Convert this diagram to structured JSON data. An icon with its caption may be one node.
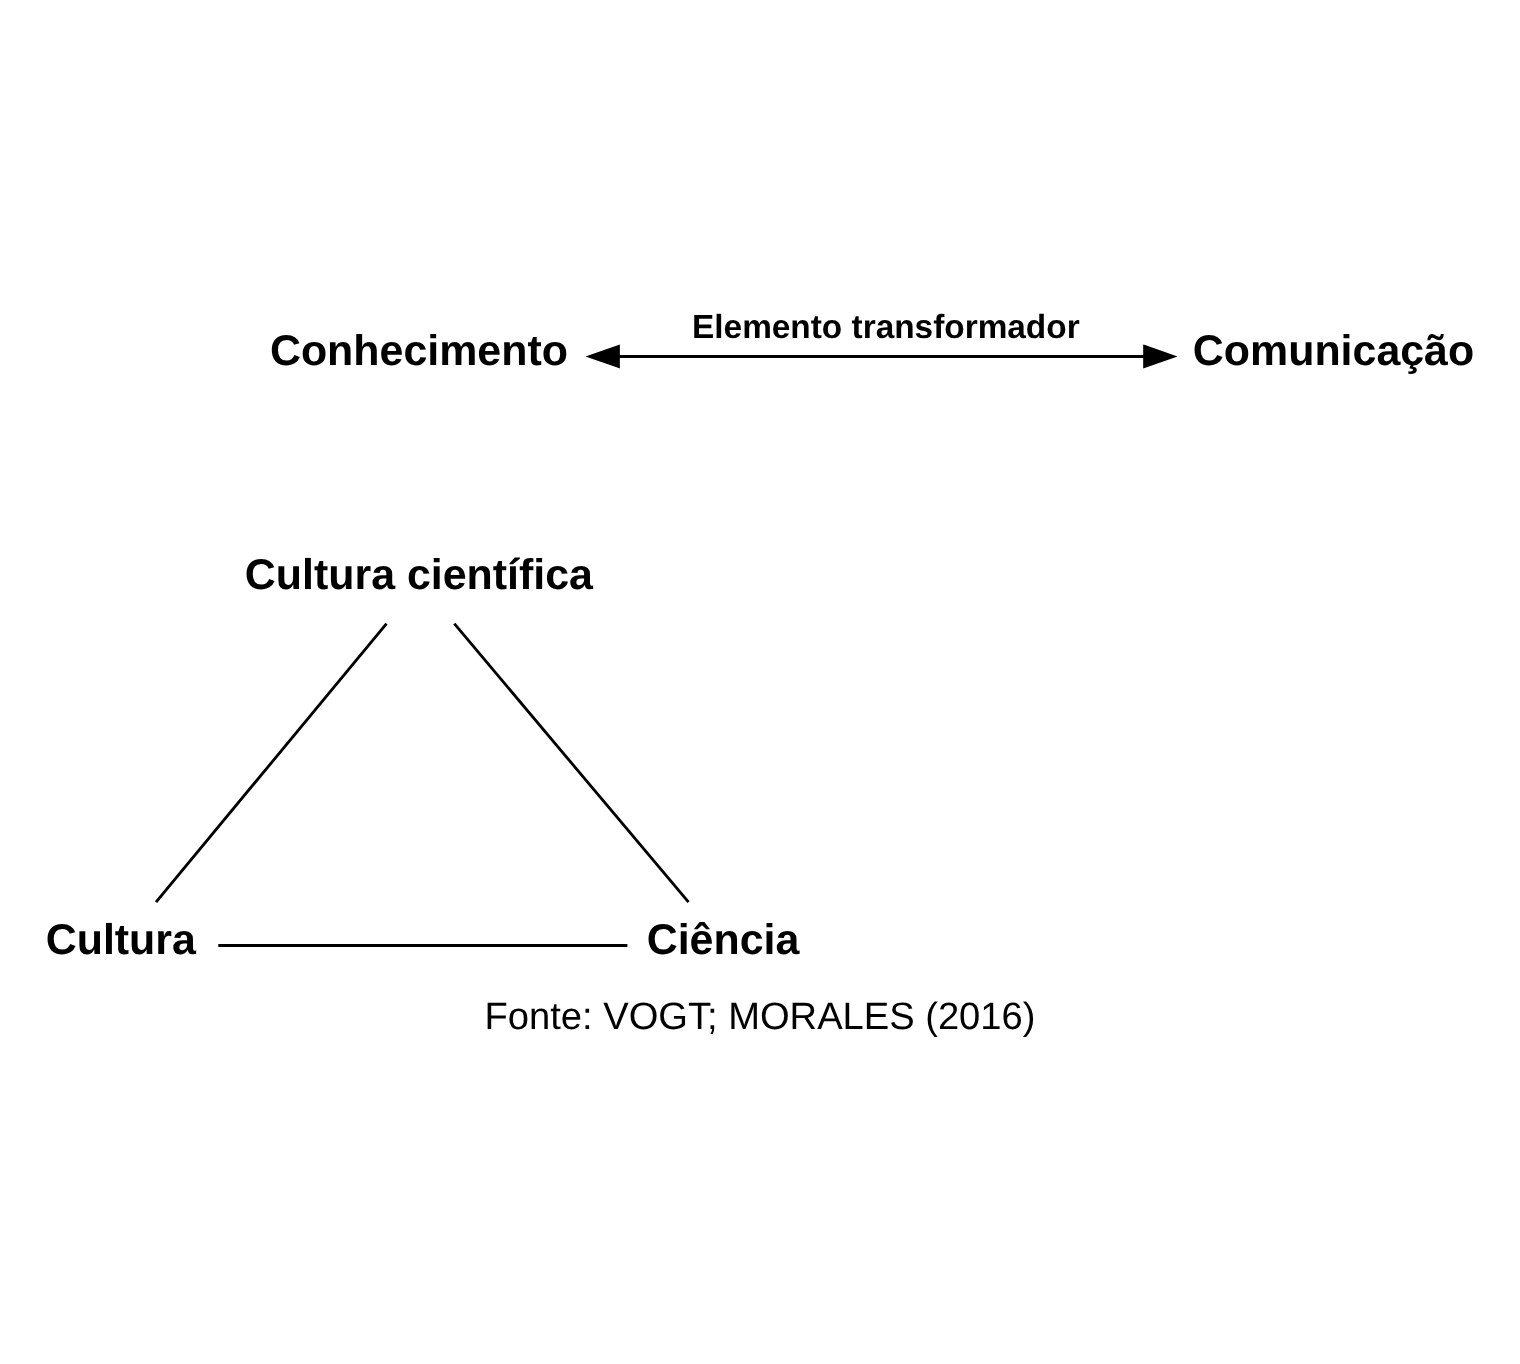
{
  "diagram": {
    "caption": "Fonte: VOGT; MORALES (2016)",
    "nodes": [
      {
        "text": [
          "Conhecimento"
        ]
      },
      {
        "text": [
          "Comunicação"
        ]
      },
      {
        "text": [
          "Cultura científica"
        ]
      },
      {
        "text": [
          "Cultura"
        ]
      },
      {
        "text": [
          "Ciência"
        ]
      }
    ],
    "edges": [
      {
        "from": 0,
        "to": 1,
        "arrow": "both",
        "label": "Elemento transformador"
      },
      {
        "from": 2,
        "to": 3,
        "arrow": "none"
      },
      {
        "from": 2,
        "to": 4,
        "arrow": "none"
      },
      {
        "from": 3,
        "to": 4,
        "arrow": "none"
      }
    ]
  }
}
